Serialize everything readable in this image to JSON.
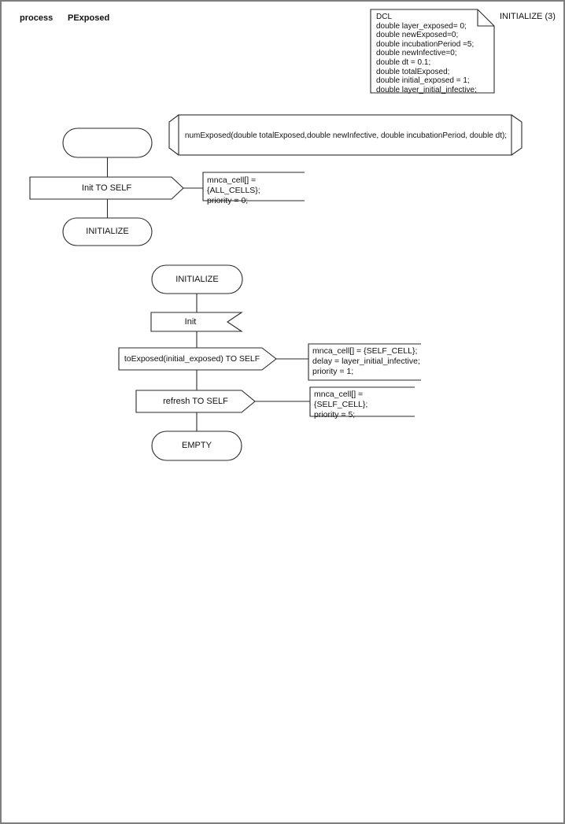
{
  "header": {
    "kind": "process",
    "name": "PExposed",
    "page_label": "INITIALIZE (3)"
  },
  "declarations": {
    "text": "DCL\ndouble layer_exposed= 0;\ndouble newExposed=0;\ndouble incubationPeriod =5;\ndouble newInfective=0;\ndouble dt = 0.1;\ndouble totalExposed;\ndouble initial_exposed = 1;\ndouble layer_initial_infective;"
  },
  "procedure": {
    "signature": "numExposed(double totalExposed,double newInfective, double incubationPeriod, double dt);"
  },
  "flow_start": {
    "output_label": "Init TO SELF",
    "output_comment": "mnca_cell[] = {ALL_CELLS};\npriority = 0;",
    "next_state": "INITIALIZE"
  },
  "flow_initialize": {
    "state_label": "INITIALIZE",
    "input_label": "Init",
    "output_toexposed_label": "toExposed(initial_exposed) TO SELF",
    "output_toexposed_comment": "mnca_cell[] = {SELF_CELL};\ndelay = layer_initial_infective;\npriority = 1;",
    "output_refresh_label": "refresh TO SELF",
    "output_refresh_comment": "mnca_cell[] = {SELF_CELL};\npriority = 5;",
    "next_state": "EMPTY"
  },
  "colors": {
    "stroke": "#2a2a2a",
    "page_border": "#7e7e7e",
    "background": "#ffffff"
  }
}
